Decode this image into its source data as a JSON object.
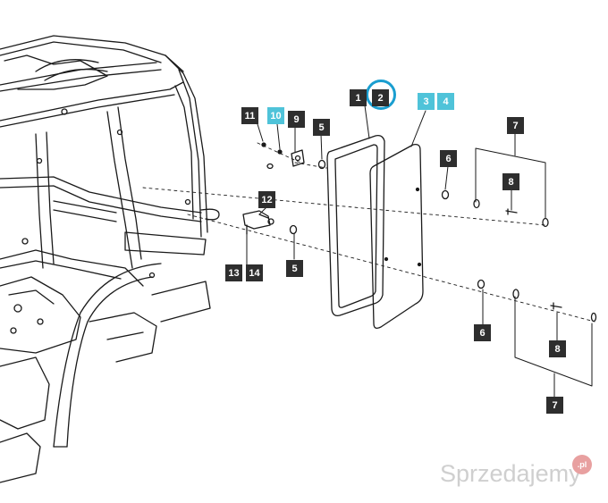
{
  "diagram": {
    "callouts": [
      {
        "id": "c1",
        "label": "1",
        "style": "dark"
      },
      {
        "id": "c2",
        "label": "2",
        "style": "dark"
      },
      {
        "id": "c3",
        "label": "3",
        "style": "cyan"
      },
      {
        "id": "c4",
        "label": "4",
        "style": "cyan"
      },
      {
        "id": "c5a",
        "label": "5",
        "style": "dark"
      },
      {
        "id": "c5b",
        "label": "5",
        "style": "dark"
      },
      {
        "id": "c6a",
        "label": "6",
        "style": "dark"
      },
      {
        "id": "c6b",
        "label": "6",
        "style": "dark"
      },
      {
        "id": "c7a",
        "label": "7",
        "style": "dark"
      },
      {
        "id": "c7b",
        "label": "7",
        "style": "dark"
      },
      {
        "id": "c8a",
        "label": "8",
        "style": "dark"
      },
      {
        "id": "c8b",
        "label": "8",
        "style": "dark"
      },
      {
        "id": "c9",
        "label": "9",
        "style": "dark"
      },
      {
        "id": "c10",
        "label": "10",
        "style": "cyan"
      },
      {
        "id": "c11",
        "label": "11",
        "style": "dark"
      },
      {
        "id": "c12",
        "label": "12",
        "style": "dark"
      },
      {
        "id": "c13",
        "label": "13",
        "style": "dark"
      },
      {
        "id": "c14",
        "label": "14",
        "style": "dark"
      }
    ],
    "highlighted_callout": "2",
    "colors": {
      "dark_label": "#2e2e2e",
      "cyan_label": "#4fc3d9",
      "highlight_ring": "#1a9ed0",
      "line": "#1a1a1a"
    }
  },
  "watermark": {
    "text": "Sprzedajemy",
    "logo": ".pl"
  }
}
